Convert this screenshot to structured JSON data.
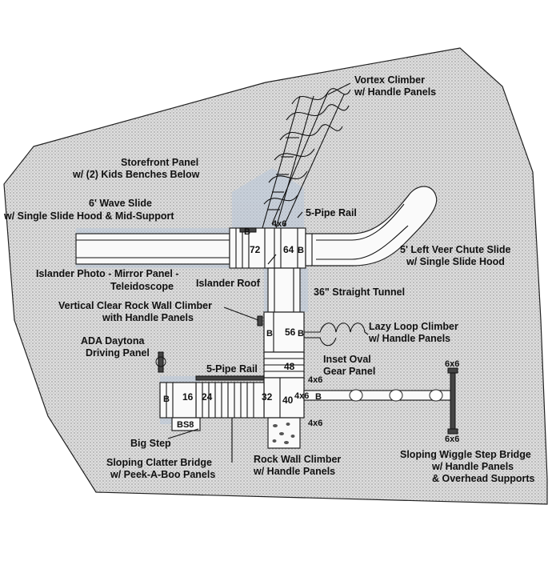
{
  "labels": {
    "vortex": [
      "Vortex Climber",
      "w/ Handle Panels"
    ],
    "storefront": [
      "Storefront Panel",
      "w/ (2) Kids Benches Below"
    ],
    "wave_slide": [
      "6' Wave Slide",
      "w/ Single Slide Hood & Mid-Support"
    ],
    "pipe_rail_top": "5-Pipe Rail",
    "chute_slide": [
      "5' Left Veer Chute Slide",
      "w/ Single Slide Hood"
    ],
    "islander_photo": [
      "Islander Photo - Mirror Panel -",
      "Teleidoscope"
    ],
    "islander_roof": "Islander Roof",
    "tunnel": "36\" Straight Tunnel",
    "rock_wall_clear": [
      "Vertical Clear Rock Wall Climber",
      "with Handle Panels"
    ],
    "lazy_loop": [
      "Lazy Loop Climber",
      "w/ Handle Panels"
    ],
    "ada_daytona": [
      "ADA Daytona",
      "Driving Panel"
    ],
    "inset_oval": [
      "Inset Oval",
      "Gear Panel"
    ],
    "pipe_rail_mid": "5-Pipe Rail",
    "big_step": "Big Step",
    "clatter_bridge": [
      "Sloping Clatter Bridge",
      "w/ Peek-A-Boo Panels"
    ],
    "rock_wall_climber": [
      "Rock Wall Climber",
      "w/ Handle Panels"
    ],
    "wiggle_bridge": [
      "Sloping Wiggle Step Bridge",
      "w/ Handle Panels",
      "& Overhead Supports"
    ]
  },
  "deck_marks": {
    "d72": "72",
    "d64": "64",
    "d56": "56",
    "d48": "48",
    "d40": "40",
    "d32": "32",
    "d24": "24",
    "d16": "16",
    "bs8": "BS8",
    "b": "B",
    "post_4x6": "4x6",
    "post_6x6": "6x6"
  }
}
